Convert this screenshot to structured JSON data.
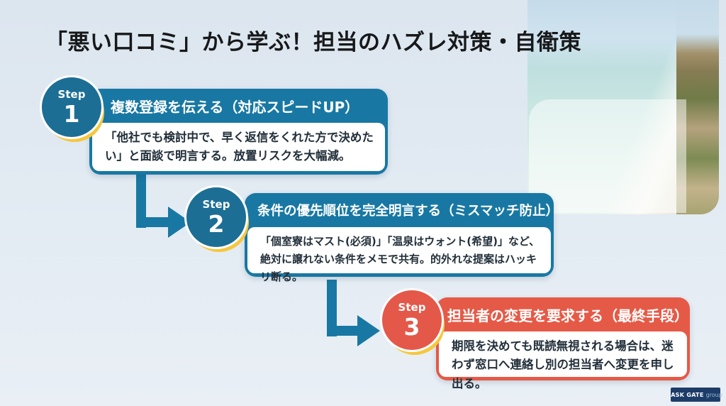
{
  "title": "「悪い口コミ」から学ぶ！担当のハズレ対策・自衛策",
  "steps": [
    {
      "label": "Step",
      "number": "1",
      "heading": "複数登録を伝える（対応スピードUP）",
      "body": "「他社でも検討中で、早く返信をくれた方で決めたい」と面談で明言する。放置リスクを大幅減。",
      "accent_color": "#1878a3",
      "circle_color": "#1c6e95"
    },
    {
      "label": "Step",
      "number": "2",
      "heading": "条件の優先順位を完全明言する（ミスマッチ防止）",
      "body": "「個室寮はマスト(必須)」「温泉はウォント(希望)」など、絶対に譲れない条件をメモで共有。的外れな提案はハッキリ断る。",
      "accent_color": "#1878a3",
      "circle_color": "#1c6e95"
    },
    {
      "label": "Step",
      "number": "3",
      "heading": "担当者の変更を要求する（最終手段）",
      "body": "期限を決めても既読無視される場合は、迷わず窓口へ連絡し別の担当者へ変更を申し出る。",
      "accent_color": "#e55a47",
      "circle_color": "#e4584a"
    }
  ],
  "colors": {
    "background": "#e2eaf2",
    "step_blue": "#1878a3",
    "step_red": "#e55a47",
    "badge_yellow": "#f6c73e",
    "body_text": "#222f3a",
    "logo_navy": "#1d3c68"
  },
  "logo": {
    "brand": "ASK GATE",
    "suffix": "group",
    "icon": "mountain-triangle-icon"
  }
}
